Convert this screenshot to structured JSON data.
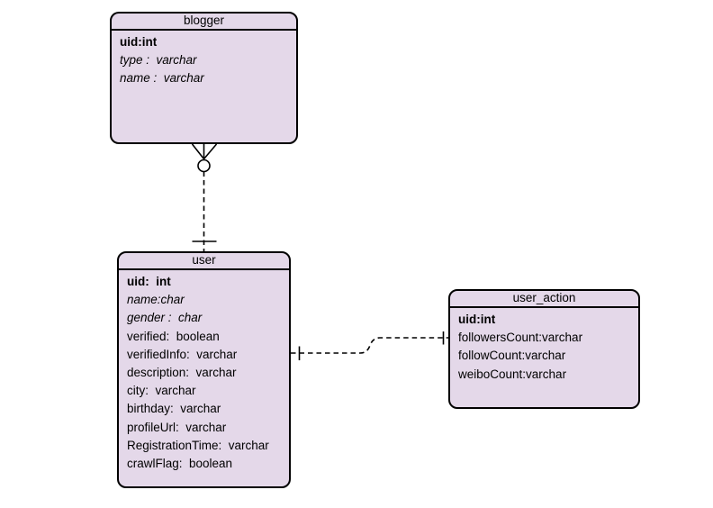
{
  "diagram": {
    "background": "#ffffff",
    "entity_fill": "#e4d8e9",
    "entity_border": "#000000",
    "line_color": "#000000"
  },
  "entities": [
    {
      "id": "blogger",
      "title": "blogger",
      "attributes": [
        {
          "text": "uid:int",
          "style": "bold"
        },
        {
          "text": "type :  varchar",
          "style": "italic"
        },
        {
          "text": "name :  varchar",
          "style": "italic"
        }
      ]
    },
    {
      "id": "user",
      "title": "user",
      "attributes": [
        {
          "text": "uid:  int",
          "style": "bold"
        },
        {
          "text": "name:char",
          "style": "italic"
        },
        {
          "text": "gender :  char",
          "style": "italic"
        },
        {
          "text": "verified:  boolean",
          "style": "normal"
        },
        {
          "text": "verifiedInfo:  varchar",
          "style": "normal"
        },
        {
          "text": "description:  varchar",
          "style": "normal"
        },
        {
          "text": "city:  varchar",
          "style": "normal"
        },
        {
          "text": "birthday:  varchar",
          "style": "normal"
        },
        {
          "text": "profileUrl:  varchar",
          "style": "normal"
        },
        {
          "text": "RegistrationTime:  varchar",
          "style": "normal"
        },
        {
          "text": "crawlFlag:  boolean",
          "style": "normal"
        }
      ]
    },
    {
      "id": "user_action",
      "title": "user_action",
      "attributes": [
        {
          "text": "uid:int",
          "style": "bold"
        },
        {
          "text": "followersCount:varchar",
          "style": "normal"
        },
        {
          "text": "followCount:varchar",
          "style": "normal"
        },
        {
          "text": "weiboCount:varchar",
          "style": "normal"
        }
      ]
    }
  ],
  "relationships": [
    {
      "from": "blogger",
      "to": "user",
      "from_cardinality": "zero-or-many",
      "to_cardinality": "one",
      "line_style": "dashed"
    },
    {
      "from": "user",
      "to": "user_action",
      "from_cardinality": "one",
      "to_cardinality": "one",
      "line_style": "dashed"
    }
  ]
}
